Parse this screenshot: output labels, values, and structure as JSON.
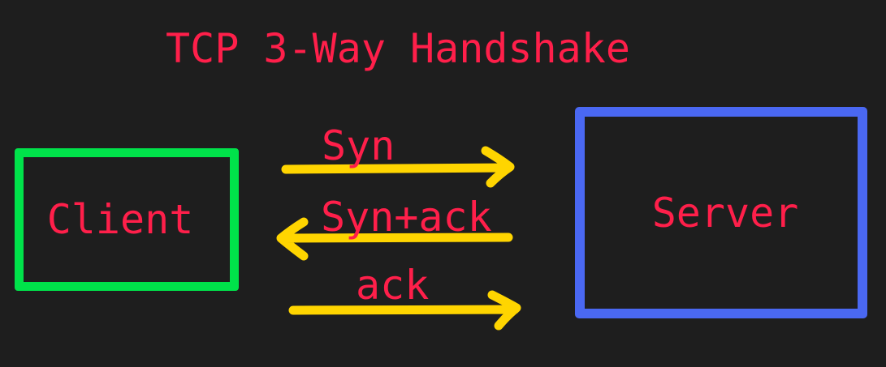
{
  "diagram": {
    "title": "TCP 3-Way Handshake",
    "nodes": {
      "client": "Client",
      "server": "Server"
    },
    "messages": [
      {
        "label": "Syn",
        "direction": "client-to-server"
      },
      {
        "label": "Syn+ack",
        "direction": "server-to-client"
      },
      {
        "label": "ack",
        "direction": "client-to-server"
      }
    ]
  },
  "colors": {
    "background": "#1e1e1e",
    "text": "#ff1f4a",
    "client_border": "#00e24a",
    "server_border": "#4a68f2",
    "arrow": "#ffd500"
  }
}
